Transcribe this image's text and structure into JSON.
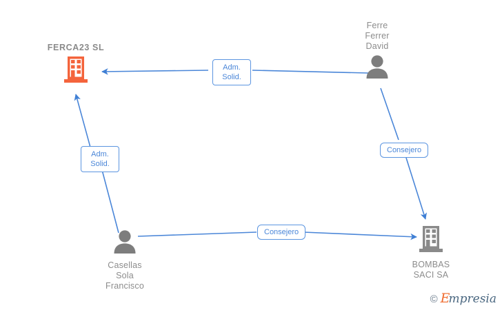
{
  "diagram": {
    "type": "relationship-graph",
    "background": "#ffffff",
    "edge_color": "#4a86d8",
    "company_accent": "#f4643c",
    "person_color": "#7d7d7d",
    "company_secondary_color": "#8a8a8a",
    "label_text_color": "#4a86d8",
    "label_border_color": "#5a94e0"
  },
  "nodes": [
    {
      "id": "ferca23",
      "kind": "company",
      "icon": "building-icon",
      "label": "FERCA23  SL",
      "label_position": "above",
      "color": "#f4643c"
    },
    {
      "id": "ferre_ferrer_david",
      "kind": "person",
      "icon": "person-icon",
      "label": "Ferre\nFerrer\nDavid",
      "label_position": "above",
      "color": "#7d7d7d"
    },
    {
      "id": "casellas_sola_francisco",
      "kind": "person",
      "icon": "person-icon",
      "label": "Casellas\nSola\nFrancisco",
      "label_position": "below",
      "color": "#7d7d7d"
    },
    {
      "id": "bombas_saci_sa",
      "kind": "company",
      "icon": "building-icon",
      "label": "BOMBAS\nSACI SA",
      "label_position": "below",
      "color": "#8a8a8a"
    }
  ],
  "edges": [
    {
      "id": "edge-ferre-to-ferca23",
      "from": "ferre_ferrer_david",
      "to": "ferca23",
      "label": "Adm.\nSolid.",
      "direction": "left"
    },
    {
      "id": "edge-casellas-to-ferca23",
      "from": "casellas_sola_francisco",
      "to": "ferca23",
      "label": "Adm.\nSolid.",
      "direction": "up-left"
    },
    {
      "id": "edge-ferre-to-bombas",
      "from": "ferre_ferrer_david",
      "to": "bombas_saci_sa",
      "label": "Consejero",
      "direction": "down-right"
    },
    {
      "id": "edge-casellas-to-bombas",
      "from": "casellas_sola_francisco",
      "to": "bombas_saci_sa",
      "label": "Consejero",
      "direction": "right"
    }
  ],
  "watermark": {
    "copyright": "©",
    "brand_initial": "E",
    "brand_rest": "mpresia"
  }
}
